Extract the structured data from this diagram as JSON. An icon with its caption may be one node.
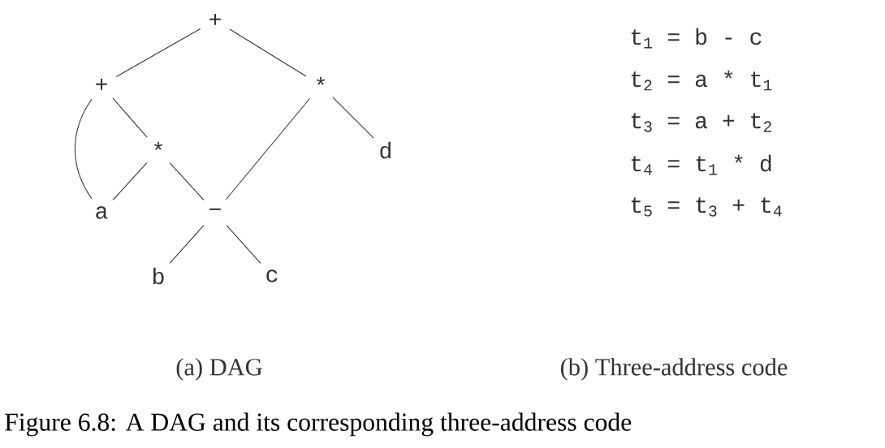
{
  "diagram": {
    "caption": "Figure 6.8: A DAG and its corresponding three-address code",
    "nodes": [
      {
        "text": [
          "+"
        ]
      },
      {
        "text": [
          "+"
        ]
      },
      {
        "text": [
          "*"
        ]
      },
      {
        "text": [
          "*"
        ]
      },
      {
        "text": [
          "d"
        ]
      },
      {
        "text": [
          "a"
        ]
      },
      {
        "text": [
          "−"
        ]
      },
      {
        "text": [
          "b"
        ]
      },
      {
        "text": [
          "c"
        ]
      }
    ],
    "edges": [
      {
        "from": 0,
        "to": 1,
        "arrow": "none"
      },
      {
        "from": 0,
        "to": 2,
        "arrow": "none"
      },
      {
        "from": 1,
        "to": 5,
        "arrow": "none"
      },
      {
        "from": 1,
        "to": 3,
        "arrow": "none"
      },
      {
        "from": 3,
        "to": 5,
        "arrow": "none"
      },
      {
        "from": 3,
        "to": 6,
        "arrow": "none"
      },
      {
        "from": 2,
        "to": 6,
        "arrow": "none"
      },
      {
        "from": 2,
        "to": 4,
        "arrow": "none"
      },
      {
        "from": 6,
        "to": 7,
        "arrow": "none"
      },
      {
        "from": 6,
        "to": 8,
        "arrow": "none"
      }
    ],
    "labels": [
      "t$_{1}$ = b - c",
      "t$_{2}$ = a * t$_{1}$",
      "t$_{3}$ = a + t$_{2}$",
      "t$_{4}$ = t$_{1}$ * d",
      "t$_{5}$ = t$_{3}$ + t$_{4}$",
      "(a) DAG",
      "(b) Three-address code"
    ]
  }
}
